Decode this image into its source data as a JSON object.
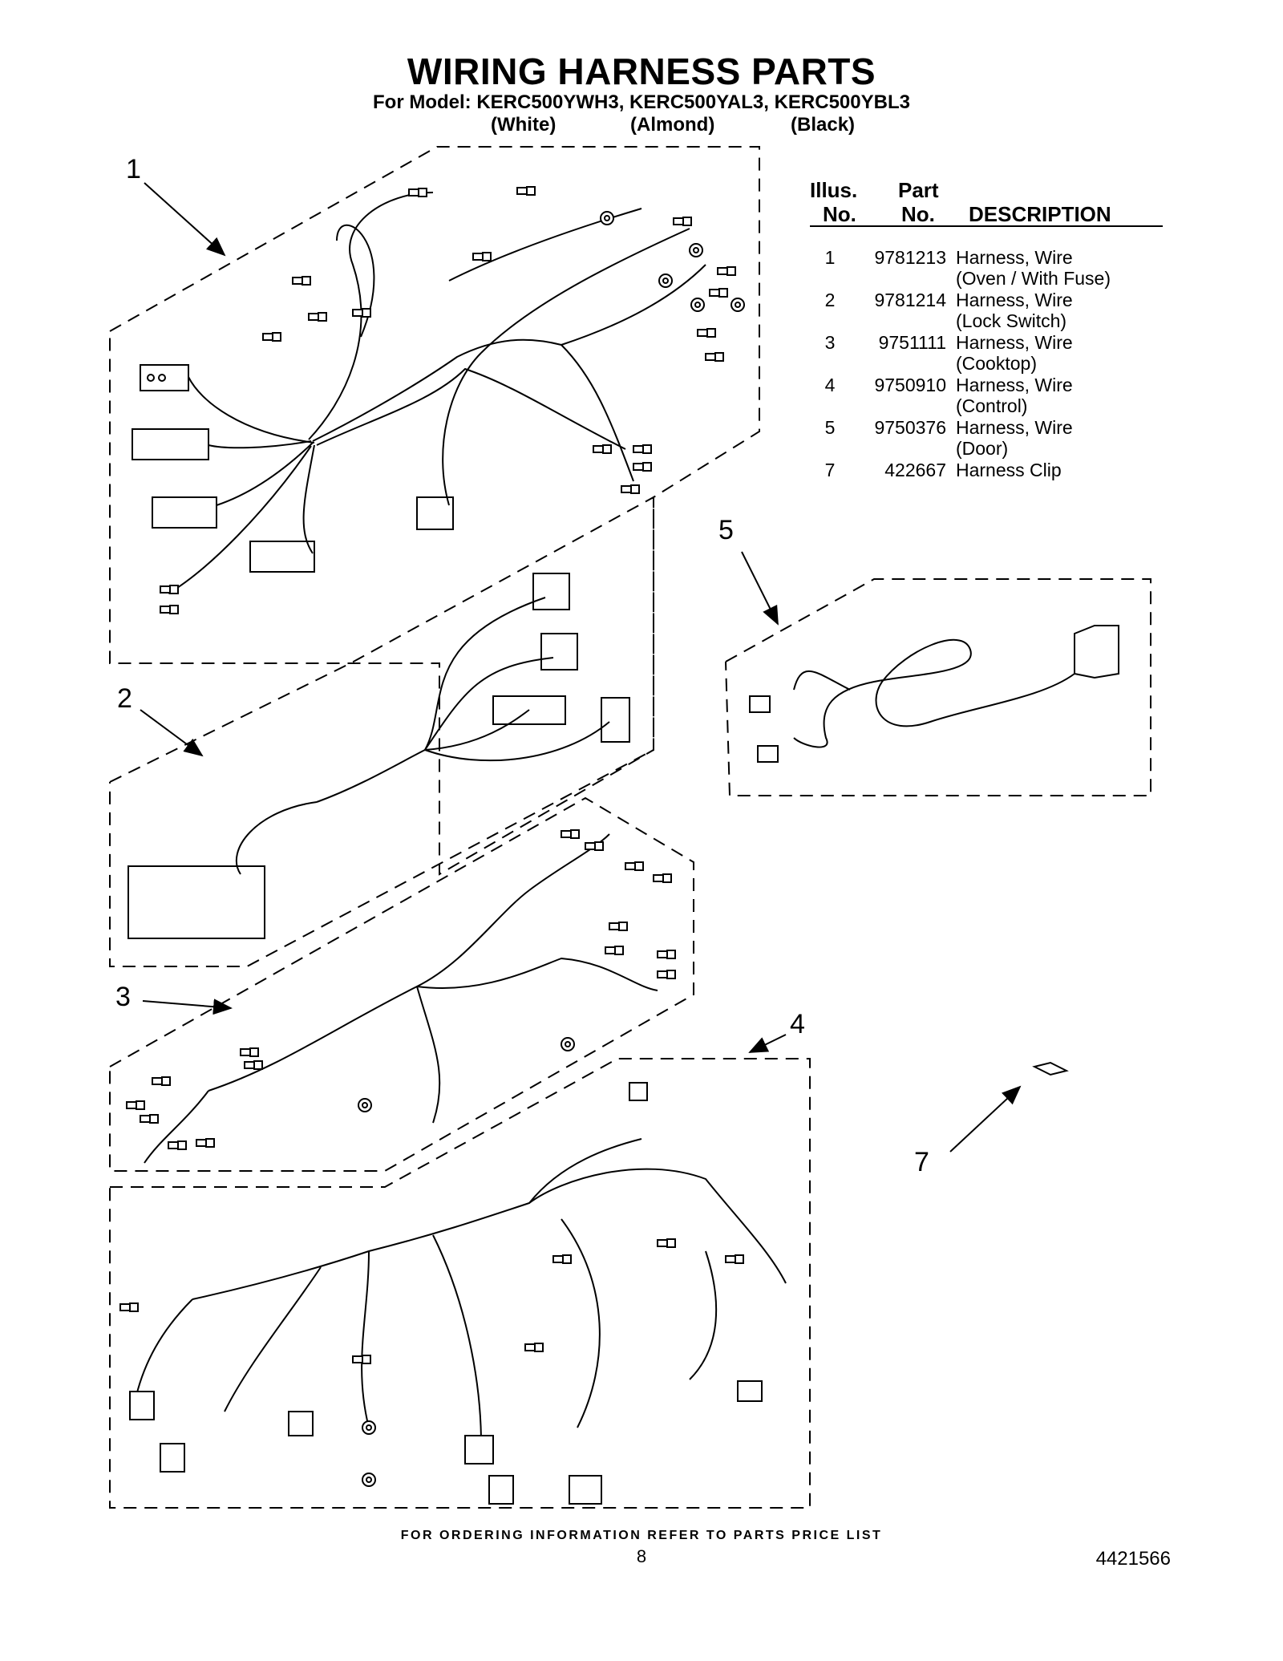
{
  "header": {
    "title": "WIRING HARNESS PARTS",
    "model_line": "For Model: KERC500YWH3, KERC500YAL3, KERC500YBL3",
    "colors": [
      "(White)",
      "(Almond)",
      "(Black)"
    ]
  },
  "parts_table": {
    "headers": {
      "illus_top": "Illus.",
      "illus_bottom": "No.",
      "part_top": "Part",
      "part_bottom": "No.",
      "description": "DESCRIPTION"
    },
    "rows": [
      {
        "no": "1",
        "part": "9781213",
        "desc": "Harness, Wire",
        "desc2": "(Oven / With Fuse)"
      },
      {
        "no": "2",
        "part": "9781214",
        "desc": "Harness, Wire",
        "desc2": "(Lock Switch)"
      },
      {
        "no": "3",
        "part": "9751111",
        "desc": "Harness, Wire",
        "desc2": "(Cooktop)"
      },
      {
        "no": "4",
        "part": "9750910",
        "desc": "Harness, Wire",
        "desc2": "(Control)"
      },
      {
        "no": "5",
        "part": "9750376",
        "desc": "Harness, Wire",
        "desc2": "(Door)"
      },
      {
        "no": "7",
        "part": "422667",
        "desc": "Harness Clip",
        "desc2": ""
      }
    ]
  },
  "illustration_labels": [
    "1",
    "2",
    "3",
    "4",
    "5",
    "7"
  ],
  "footer": {
    "ordering_note": "FOR ORDERING INFORMATION REFER TO PARTS PRICE LIST",
    "page_number": "8",
    "document_number": "4421566"
  }
}
